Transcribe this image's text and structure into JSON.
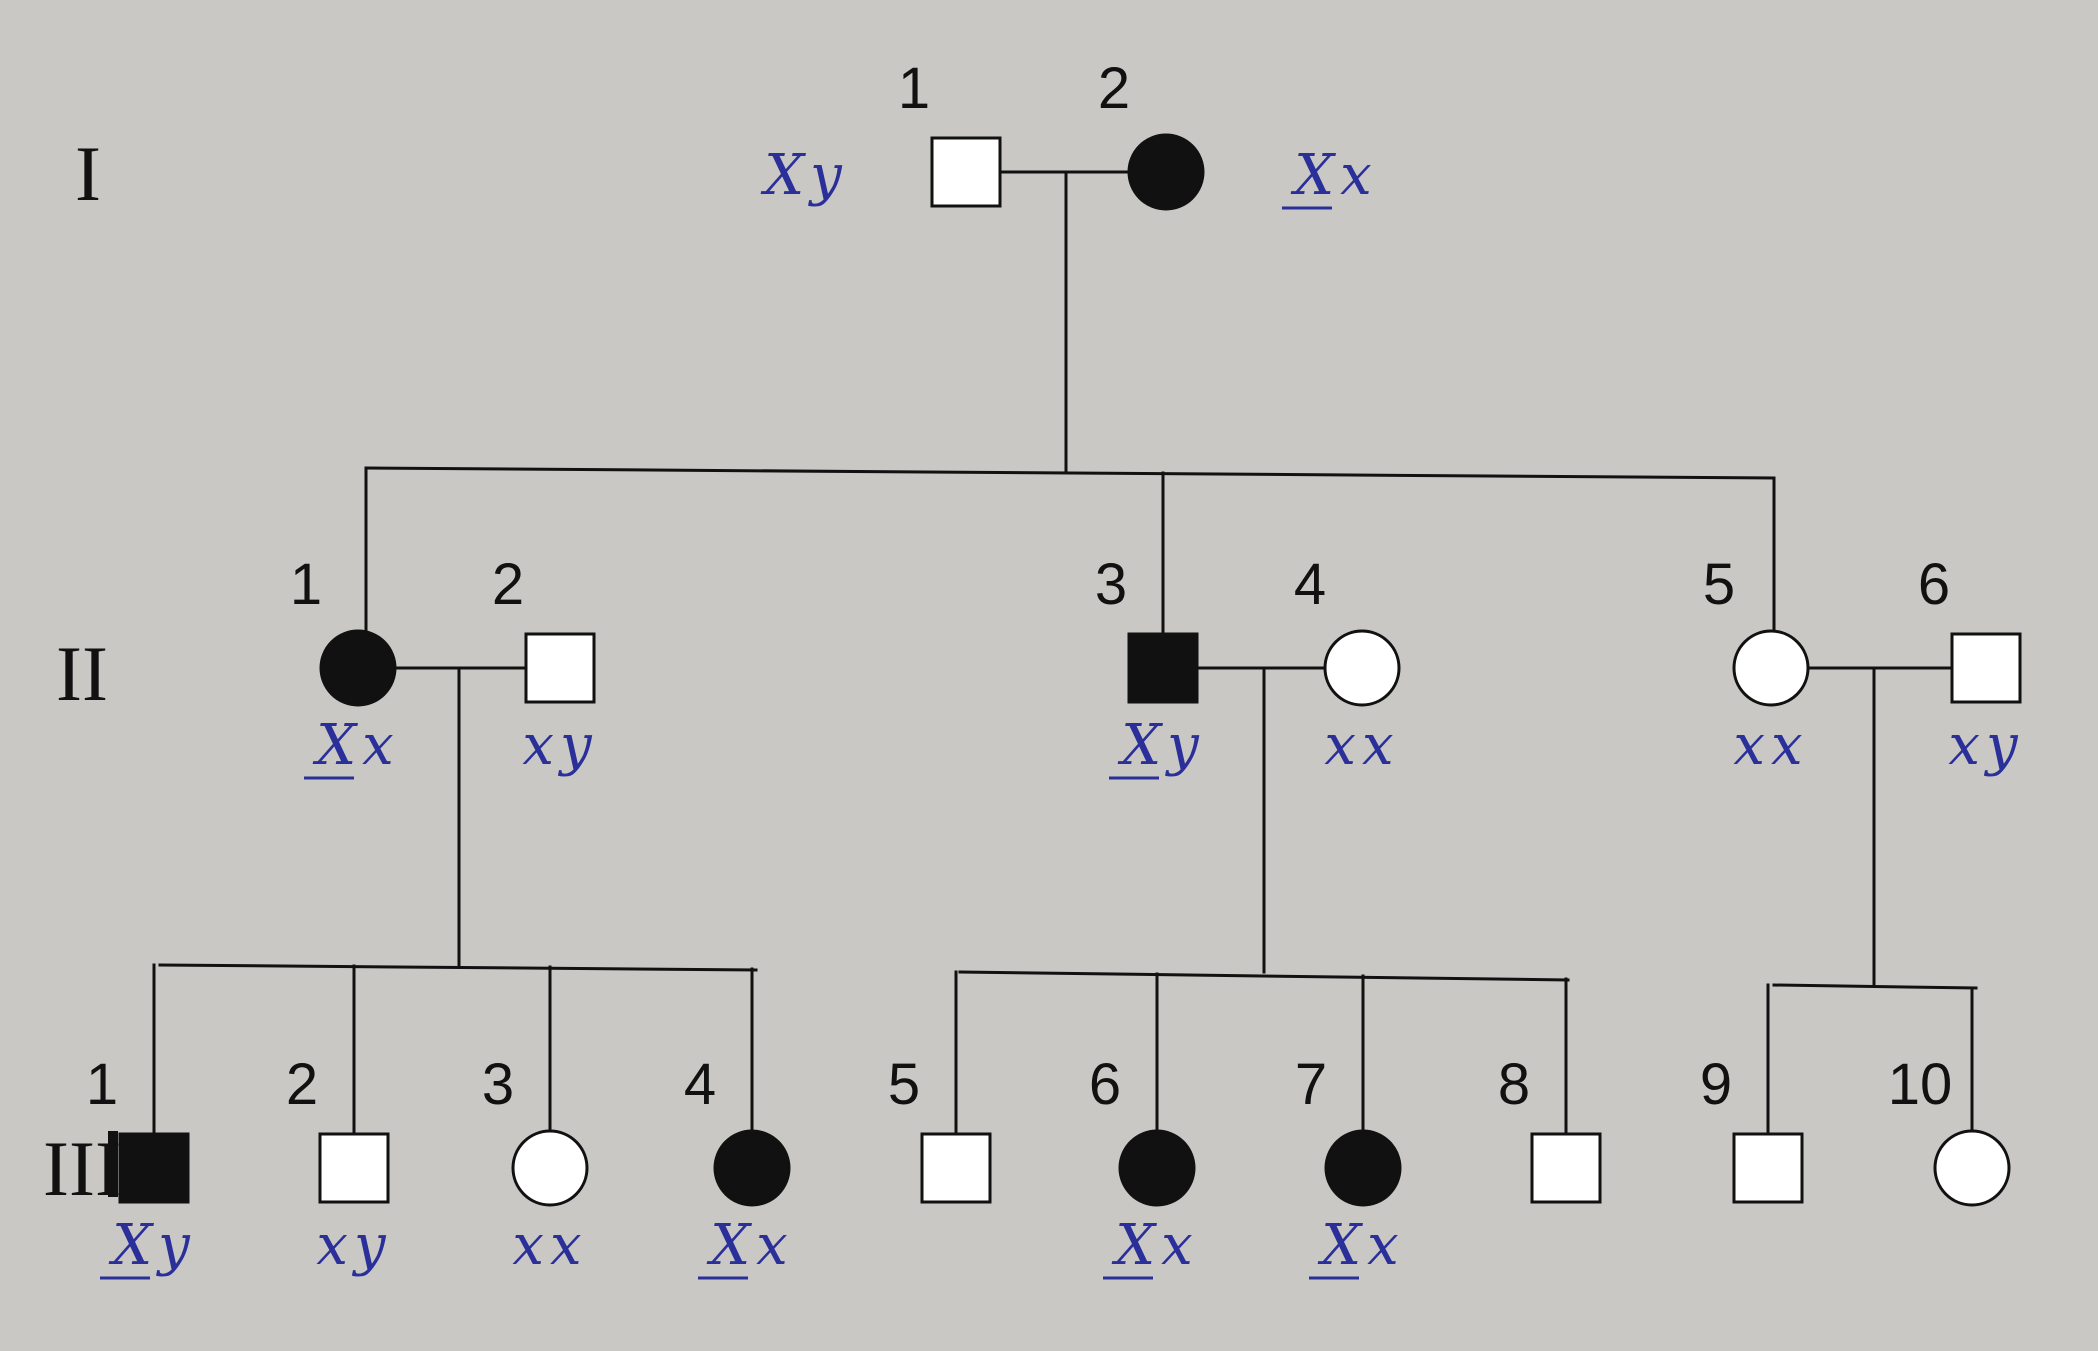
{
  "colors": {
    "paper": "#c9c8c4",
    "ink": "#111111",
    "affected_fill": "#111111",
    "unaffected_fill": "#ffffff",
    "handwriting": "#2a2f9a"
  },
  "generations": [
    {
      "label": "I",
      "members": [
        {
          "number": "1",
          "sex": "male",
          "affected": false,
          "genotype": "Xy"
        },
        {
          "number": "2",
          "sex": "female",
          "affected": true,
          "genotype": "Xx"
        }
      ]
    },
    {
      "label": "II",
      "members": [
        {
          "number": "1",
          "sex": "female",
          "affected": true,
          "genotype": "Xx"
        },
        {
          "number": "2",
          "sex": "male",
          "affected": false,
          "genotype": "xy"
        },
        {
          "number": "3",
          "sex": "male",
          "affected": true,
          "genotype": "Xy"
        },
        {
          "number": "4",
          "sex": "female",
          "affected": false,
          "genotype": "xx"
        },
        {
          "number": "5",
          "sex": "female",
          "affected": false,
          "genotype": "xx"
        },
        {
          "number": "6",
          "sex": "male",
          "affected": false,
          "genotype": "xy"
        }
      ]
    },
    {
      "label": "III",
      "members": [
        {
          "number": "1",
          "sex": "male",
          "affected": true,
          "genotype": "Xy"
        },
        {
          "number": "2",
          "sex": "male",
          "affected": false,
          "genotype": "xy"
        },
        {
          "number": "3",
          "sex": "female",
          "affected": false,
          "genotype": "xx"
        },
        {
          "number": "4",
          "sex": "female",
          "affected": true,
          "genotype": "Xx"
        },
        {
          "number": "5",
          "sex": "male",
          "affected": false,
          "genotype": ""
        },
        {
          "number": "6",
          "sex": "female",
          "affected": true,
          "genotype": "Xx"
        },
        {
          "number": "7",
          "sex": "female",
          "affected": true,
          "genotype": "Xx"
        },
        {
          "number": "8",
          "sex": "male",
          "affected": false,
          "genotype": ""
        },
        {
          "number": "9",
          "sex": "male",
          "affected": false,
          "genotype": ""
        },
        {
          "number": "10",
          "sex": "female",
          "affected": false,
          "genotype": ""
        }
      ]
    }
  ]
}
